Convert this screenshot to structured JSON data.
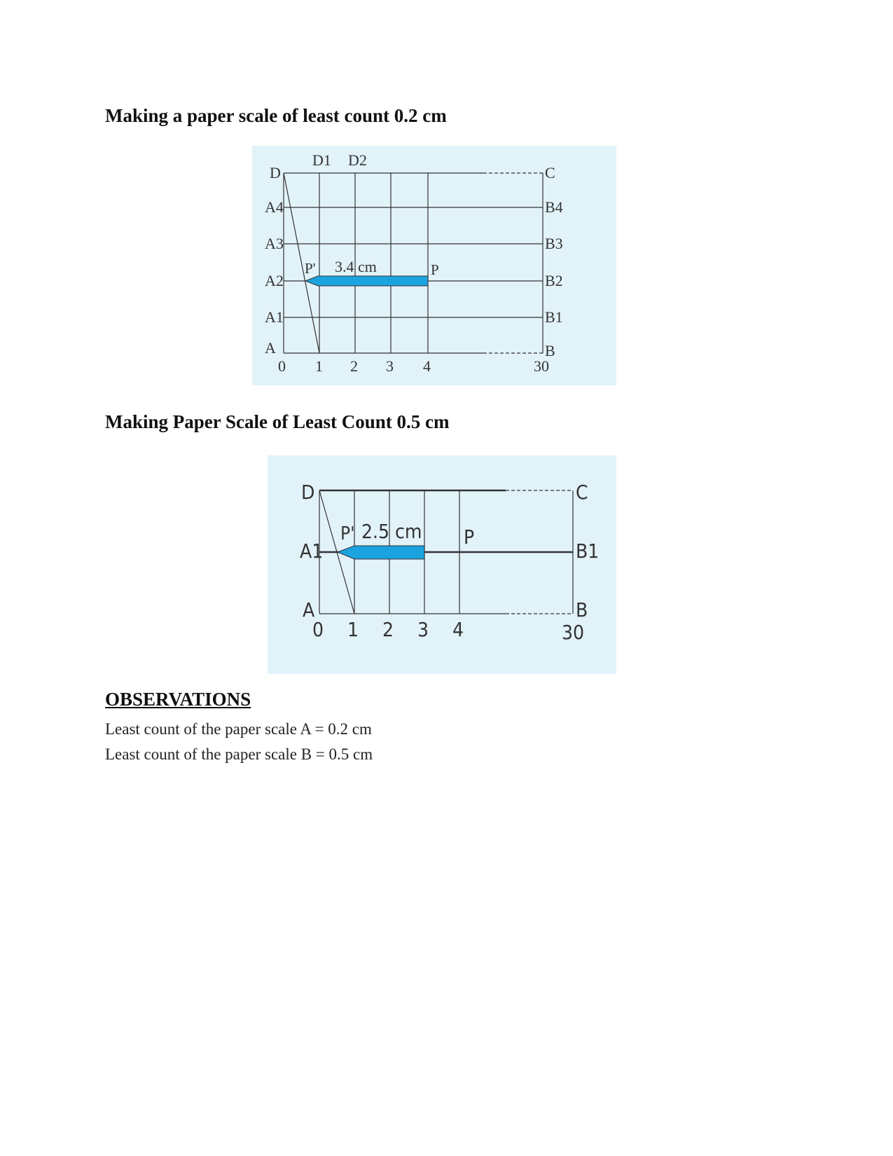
{
  "section1": {
    "title": "Making a paper scale of least count 0.2 cm"
  },
  "figure1": {
    "top_labels": [
      "D",
      "D1",
      "D2",
      "C"
    ],
    "left_labels": [
      "A4",
      "A3",
      "A2",
      "A1",
      "A"
    ],
    "right_labels": [
      "B4",
      "B3",
      "B2",
      "B1",
      "B"
    ],
    "bottom_labels": [
      "0",
      "1",
      "2",
      "3",
      "4",
      "30"
    ],
    "pointer_labels": [
      "P'",
      "P"
    ],
    "measurement": "3.4 cm"
  },
  "section2": {
    "title": "Making Paper Scale of Least Count 0.5 cm"
  },
  "figure2": {
    "top_labels": [
      "D",
      "C"
    ],
    "left_labels": [
      "A1",
      "A"
    ],
    "right_labels": [
      "B1",
      "B"
    ],
    "bottom_labels": [
      "0",
      "1",
      "2",
      "3",
      "4",
      "30"
    ],
    "pointer_labels": [
      "P'",
      "P"
    ],
    "measurement": "2.5 cm"
  },
  "observations": {
    "title": "OBSERVATIONS",
    "line1": "Least count of the paper scale A = 0.2 cm",
    "line2": "Least count of the paper scale B = 0.5 cm"
  },
  "colors": {
    "figure_background": "#e2f2f9",
    "pointer_fill": "#1ba3e0"
  }
}
